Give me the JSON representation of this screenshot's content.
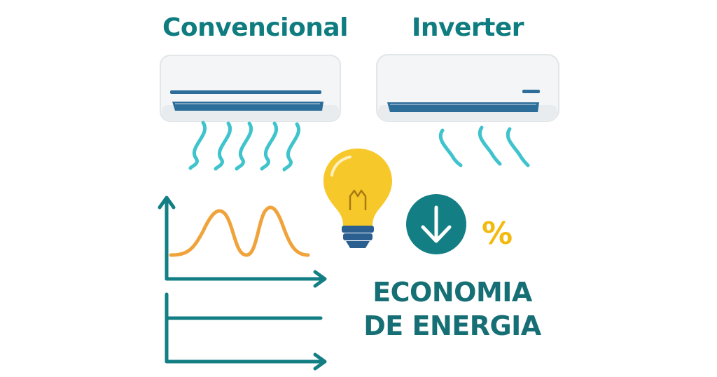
{
  "titles": {
    "conventional": "Convencional",
    "inverter": "Inverter"
  },
  "savings": {
    "line1": "ECONOMIA",
    "line2": "DE ENERGIA",
    "percent_symbol": "%"
  },
  "icons": {
    "left_unit": "air-conditioner-icon",
    "right_unit": "air-conditioner-icon",
    "bulb": "light-bulb-icon",
    "down_arrow": "arrow-down-circle-icon"
  },
  "colors": {
    "teal": "#137f84",
    "title_teal": "#0f7c80",
    "dark_teal": "#166f74",
    "airflow": "#3fc3cc",
    "wave_orange": "#f0a33a",
    "bulb_yellow": "#f7c82a",
    "bulb_base": "#2a5f8f",
    "percent_yellow": "#f3b90e",
    "ac_stripe": "#2c6d9a"
  }
}
